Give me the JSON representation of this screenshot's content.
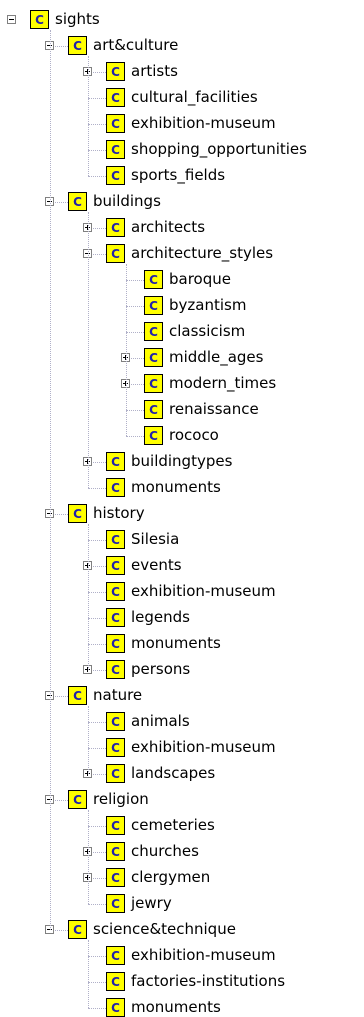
{
  "icon_letter": "C",
  "icon_color": "#ffff00",
  "icon_letter_color": "#2222aa",
  "tree": [
    {
      "label": "sights",
      "toggle": "minus",
      "children": [
        {
          "label": "art&culture",
          "toggle": "minus",
          "children": [
            {
              "label": "artists",
              "toggle": "plus"
            },
            {
              "label": "cultural_facilities"
            },
            {
              "label": "exhibition-museum"
            },
            {
              "label": "shopping_opportunities"
            },
            {
              "label": "sports_fields"
            }
          ]
        },
        {
          "label": "buildings",
          "toggle": "minus",
          "children": [
            {
              "label": "architects",
              "toggle": "plus"
            },
            {
              "label": "architecture_styles",
              "toggle": "minus",
              "children": [
                {
                  "label": "baroque"
                },
                {
                  "label": "byzantism"
                },
                {
                  "label": "classicism"
                },
                {
                  "label": "middle_ages",
                  "toggle": "plus"
                },
                {
                  "label": "modern_times",
                  "toggle": "plus"
                },
                {
                  "label": "renaissance"
                },
                {
                  "label": "rococo"
                }
              ]
            },
            {
              "label": "buildingtypes",
              "toggle": "plus"
            },
            {
              "label": "monuments"
            }
          ]
        },
        {
          "label": "history",
          "toggle": "minus",
          "children": [
            {
              "label": "Silesia"
            },
            {
              "label": "events",
              "toggle": "plus"
            },
            {
              "label": "exhibition-museum"
            },
            {
              "label": "legends"
            },
            {
              "label": "monuments"
            },
            {
              "label": "persons",
              "toggle": "plus"
            }
          ]
        },
        {
          "label": "nature",
          "toggle": "minus",
          "children": [
            {
              "label": "animals"
            },
            {
              "label": "exhibition-museum"
            },
            {
              "label": "landscapes",
              "toggle": "plus"
            }
          ]
        },
        {
          "label": "religion",
          "toggle": "minus",
          "children": [
            {
              "label": "cemeteries"
            },
            {
              "label": "churches",
              "toggle": "plus"
            },
            {
              "label": "clergymen",
              "toggle": "plus"
            },
            {
              "label": "jewry"
            }
          ]
        },
        {
          "label": "science&technique",
          "toggle": "minus",
          "children": [
            {
              "label": "exhibition-museum"
            },
            {
              "label": "factories-institutions"
            },
            {
              "label": "monuments"
            }
          ]
        }
      ]
    }
  ]
}
